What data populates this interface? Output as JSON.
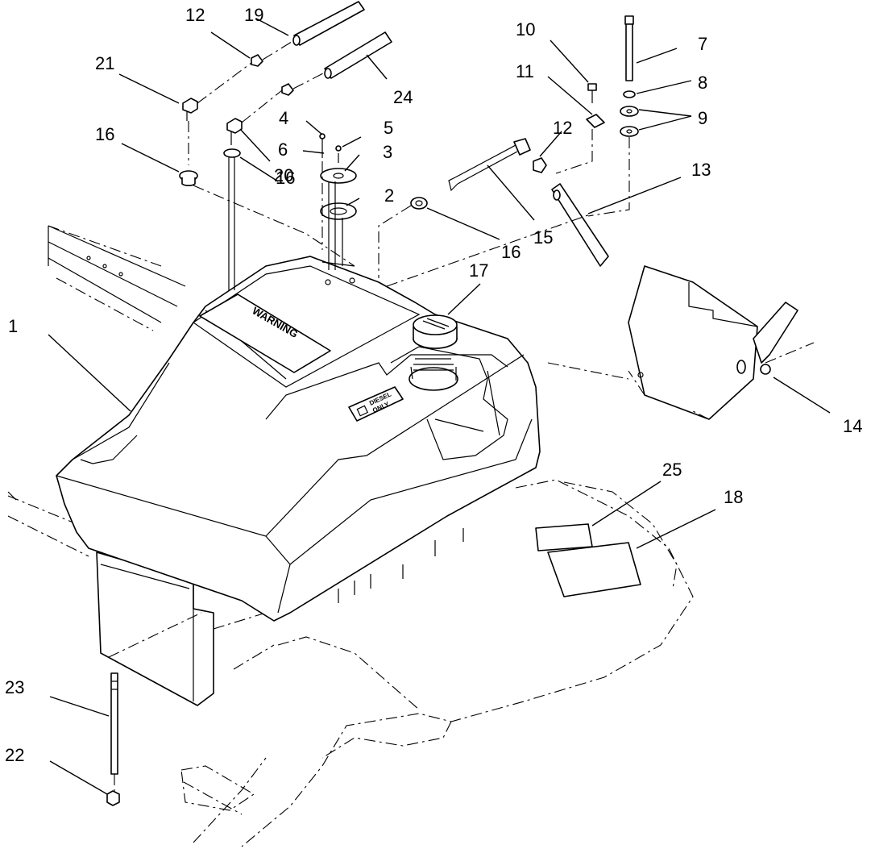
{
  "diagram": {
    "callouts": [
      {
        "key": "c1",
        "label": "1"
      },
      {
        "key": "c2",
        "label": "2"
      },
      {
        "key": "c3",
        "label": "3"
      },
      {
        "key": "c4",
        "label": "4"
      },
      {
        "key": "c5",
        "label": "5"
      },
      {
        "key": "c6",
        "label": "6"
      },
      {
        "key": "c7",
        "label": "7"
      },
      {
        "key": "c8",
        "label": "8"
      },
      {
        "key": "c9",
        "label": "9"
      },
      {
        "key": "c10",
        "label": "10"
      },
      {
        "key": "c11",
        "label": "11"
      },
      {
        "key": "c12a",
        "label": "12"
      },
      {
        "key": "c12b",
        "label": "12"
      },
      {
        "key": "c13",
        "label": "13"
      },
      {
        "key": "c14",
        "label": "14"
      },
      {
        "key": "c15",
        "label": "15"
      },
      {
        "key": "c16a",
        "label": "16"
      },
      {
        "key": "c16b",
        "label": "16"
      },
      {
        "key": "c16c",
        "label": "16"
      },
      {
        "key": "c17",
        "label": "17"
      },
      {
        "key": "c18",
        "label": "18"
      },
      {
        "key": "c19",
        "label": "19"
      },
      {
        "key": "c20",
        "label": "20"
      },
      {
        "key": "c21",
        "label": "21"
      },
      {
        "key": "c22",
        "label": "22"
      },
      {
        "key": "c23",
        "label": "23"
      },
      {
        "key": "c24",
        "label": "24"
      },
      {
        "key": "c25",
        "label": "25"
      }
    ],
    "decals": {
      "warning": "WARNING",
      "diesel_line1": "DIESEL",
      "diesel_line2": "ONLY"
    }
  }
}
